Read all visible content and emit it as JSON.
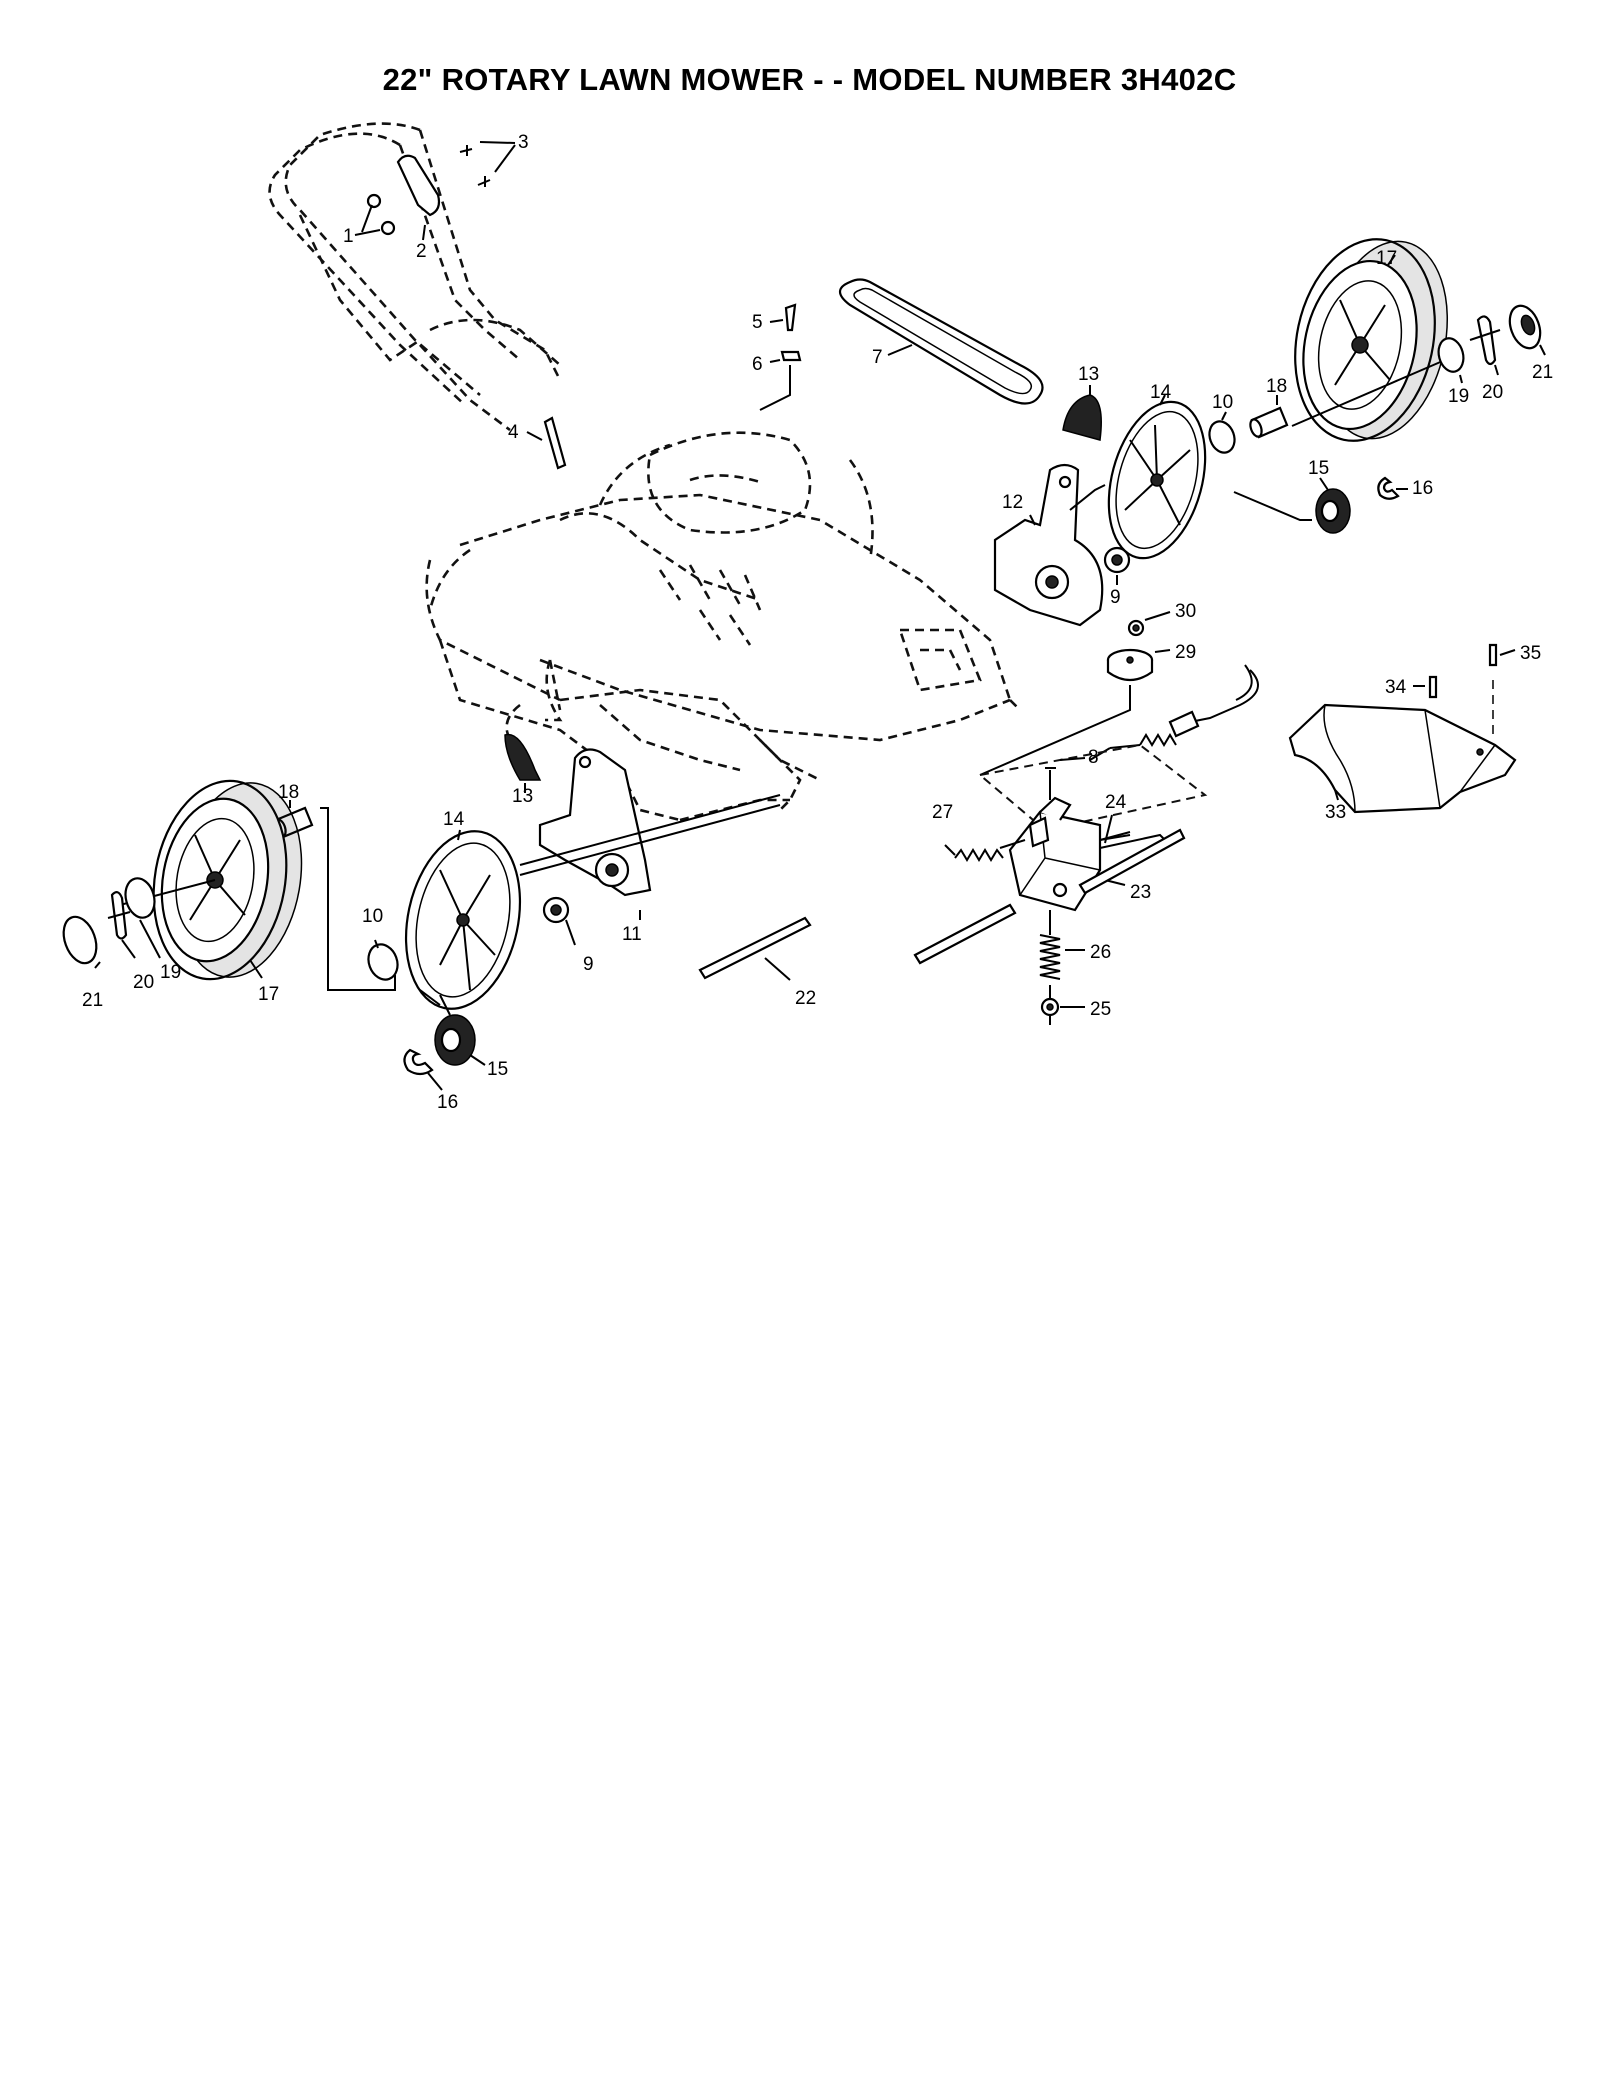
{
  "title": "22\" ROTARY LAWN MOWER - - MODEL NUMBER 3H402C",
  "labels": {
    "l1": "1",
    "l2": "2",
    "l3": "3",
    "l4": "4",
    "l5": "5",
    "l6": "6",
    "l7": "7",
    "l8": "8",
    "l9a": "9",
    "l9b": "9",
    "l10a": "10",
    "l10b": "10",
    "l11": "11",
    "l12": "12",
    "l13a": "13",
    "l13b": "13",
    "l14a": "14",
    "l14b": "14",
    "l15a": "15",
    "l15b": "15",
    "l16a": "16",
    "l16b": "16",
    "l17a": "17",
    "l17b": "17",
    "l18a": "18",
    "l18b": "18",
    "l19a": "19",
    "l19b": "19",
    "l20a": "20",
    "l20b": "20",
    "l21a": "21",
    "l21b": "21",
    "l22": "22",
    "l23": "23",
    "l24": "24",
    "l25": "25",
    "l26": "26",
    "l27": "27",
    "l29": "29",
    "l30": "30",
    "l33": "33",
    "l34": "34",
    "l35": "35"
  }
}
